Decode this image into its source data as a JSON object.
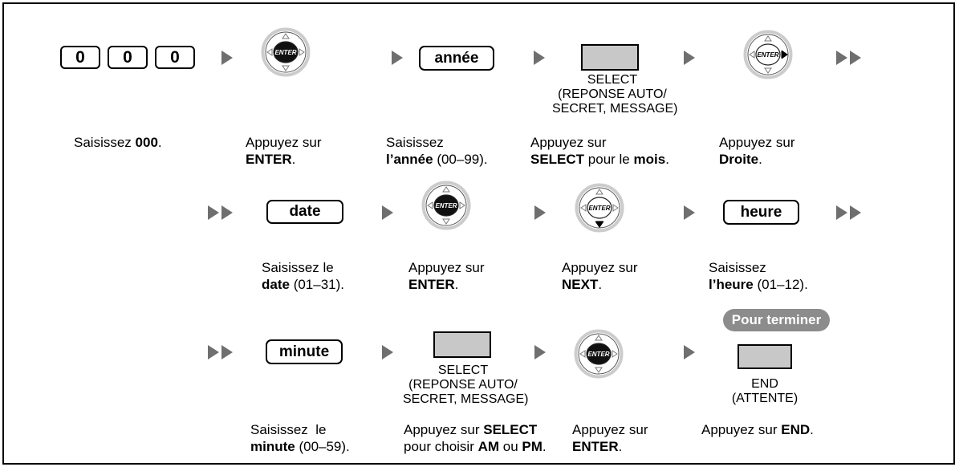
{
  "row1": {
    "digits": [
      "0",
      "0",
      "0"
    ],
    "year_key": "année",
    "select_label": [
      "SELECT",
      "(REPONSE AUTO/",
      "SECRET, MESSAGE)"
    ],
    "desc_dial": {
      "pre": "Saisissez ",
      "bold": "000",
      "post": "."
    },
    "desc_enter": {
      "line1": "Appuyez sur",
      "bold": "ENTER",
      "post": "."
    },
    "desc_year": {
      "line1": "Saisissez",
      "bold": "l’année",
      "post": " (00–99)."
    },
    "desc_select": {
      "line1": "Appuyez sur",
      "bold1": "SELECT",
      "mid": " pour le ",
      "bold2": "mois",
      "post": "."
    },
    "desc_right": {
      "line1": "Appuyez sur",
      "bold": "Droite",
      "post": "."
    }
  },
  "row2": {
    "date_key": "date",
    "hour_key": "heure",
    "desc_date": {
      "line1": "Saisissez le",
      "bold": "date",
      "post": " (01–31)."
    },
    "desc_enter": {
      "line1": "Appuyez sur",
      "bold": "ENTER",
      "post": "."
    },
    "desc_next": {
      "line1": "Appuyez sur",
      "bold": "NEXT",
      "post": "."
    },
    "desc_hour": {
      "line1": "Saisissez",
      "bold": "l’heure",
      "post": " (01–12)."
    }
  },
  "row3": {
    "minute_key": "minute",
    "select_label": [
      "SELECT",
      "(REPONSE AUTO/",
      "SECRET, MESSAGE)"
    ],
    "finish_pill": "Pour terminer",
    "end_label": [
      "END",
      "(ATTENTE)"
    ],
    "desc_minute": {
      "line1": "Saisissez  le",
      "bold": "minute",
      "post": " (00–59)."
    },
    "desc_select": {
      "pre1": "Appuyez sur ",
      "bold1": "SELECT",
      "pre2": "pour choisir ",
      "bold2": "AM",
      "mid": " ou ",
      "bold3": "PM",
      "post": "."
    },
    "desc_enter": {
      "line1": "Appuyez sur",
      "bold": "ENTER",
      "post": "."
    },
    "desc_end": {
      "pre": "Appuyez sur ",
      "bold": "END",
      "post": "."
    }
  },
  "navigator": {
    "center_label": "ENTER"
  },
  "colors": {
    "arrow": "#6f6f6f",
    "key_gray": "#c8c8c8",
    "pill": "#8c8c8c",
    "nav_ring": "#cccccc"
  }
}
